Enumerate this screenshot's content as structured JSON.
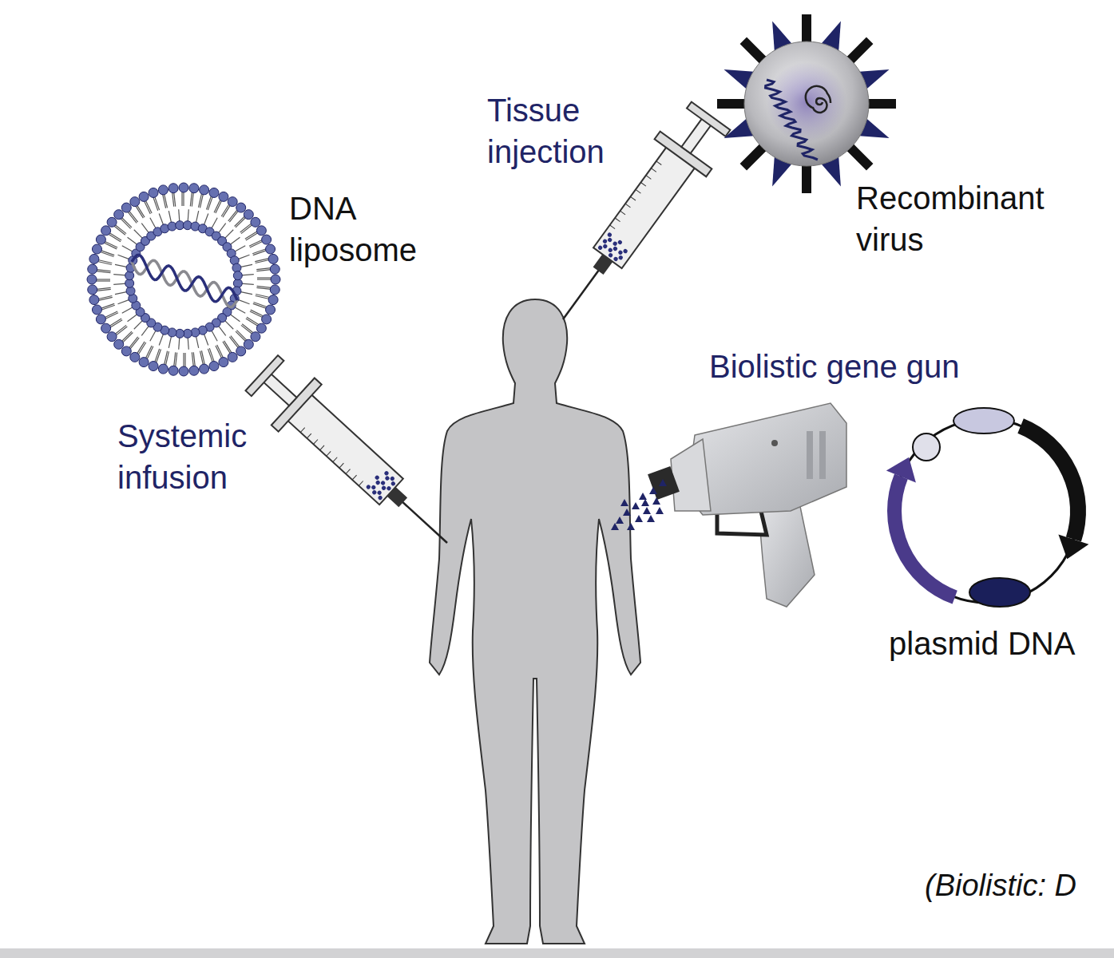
{
  "diagram": {
    "labels": [
      "Tissue injection",
      "Recombinant virus",
      "DNA liposome",
      "Systemic infusion",
      "Biolistic gene gun",
      "plasmid DNA",
      "(Biolistic: D"
    ]
  }
}
